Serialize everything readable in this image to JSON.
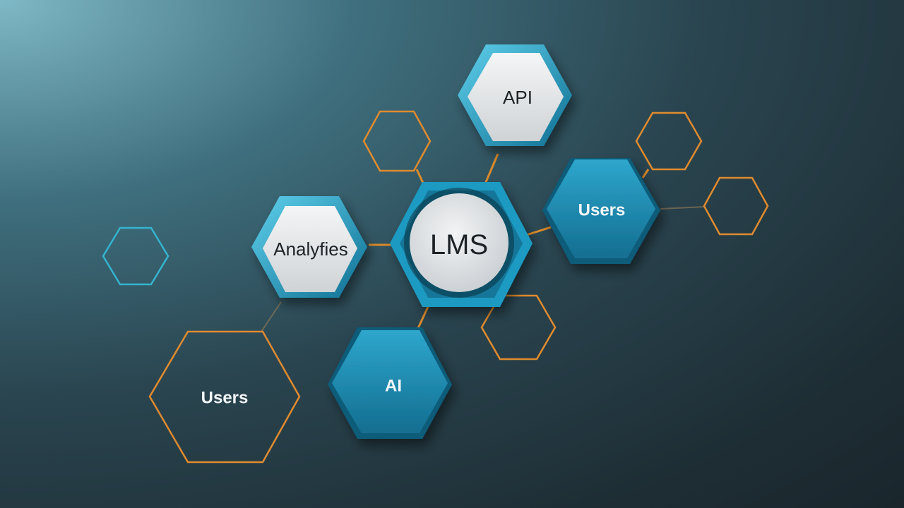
{
  "nodes": {
    "hub": {
      "label": "LMS"
    },
    "api": {
      "label": "API"
    },
    "analytics": {
      "label": "Analyfies"
    },
    "users_right": {
      "label": "Users"
    },
    "ai": {
      "label": "AI"
    },
    "users_left": {
      "label": "Users"
    }
  },
  "colors": {
    "accent_blue": "#1d8fb5",
    "accent_orange": "#e08b2e",
    "accent_cyan": "#35b3cf",
    "node_light": "#e6e8ea"
  }
}
